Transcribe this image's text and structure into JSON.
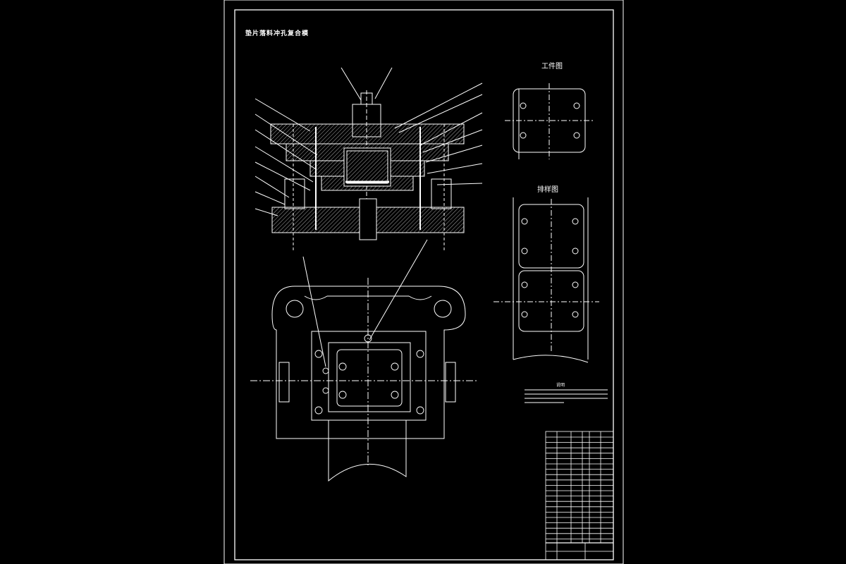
{
  "drawing": {
    "main_title": "垫片落料冲孔复合模",
    "part_view_title": "工件图",
    "strip_layout_title": "排样图",
    "notes_heading": "说明"
  },
  "colors": {
    "background": "#000000",
    "linework": "#ffffff",
    "hatch": "#d8d8d8"
  }
}
